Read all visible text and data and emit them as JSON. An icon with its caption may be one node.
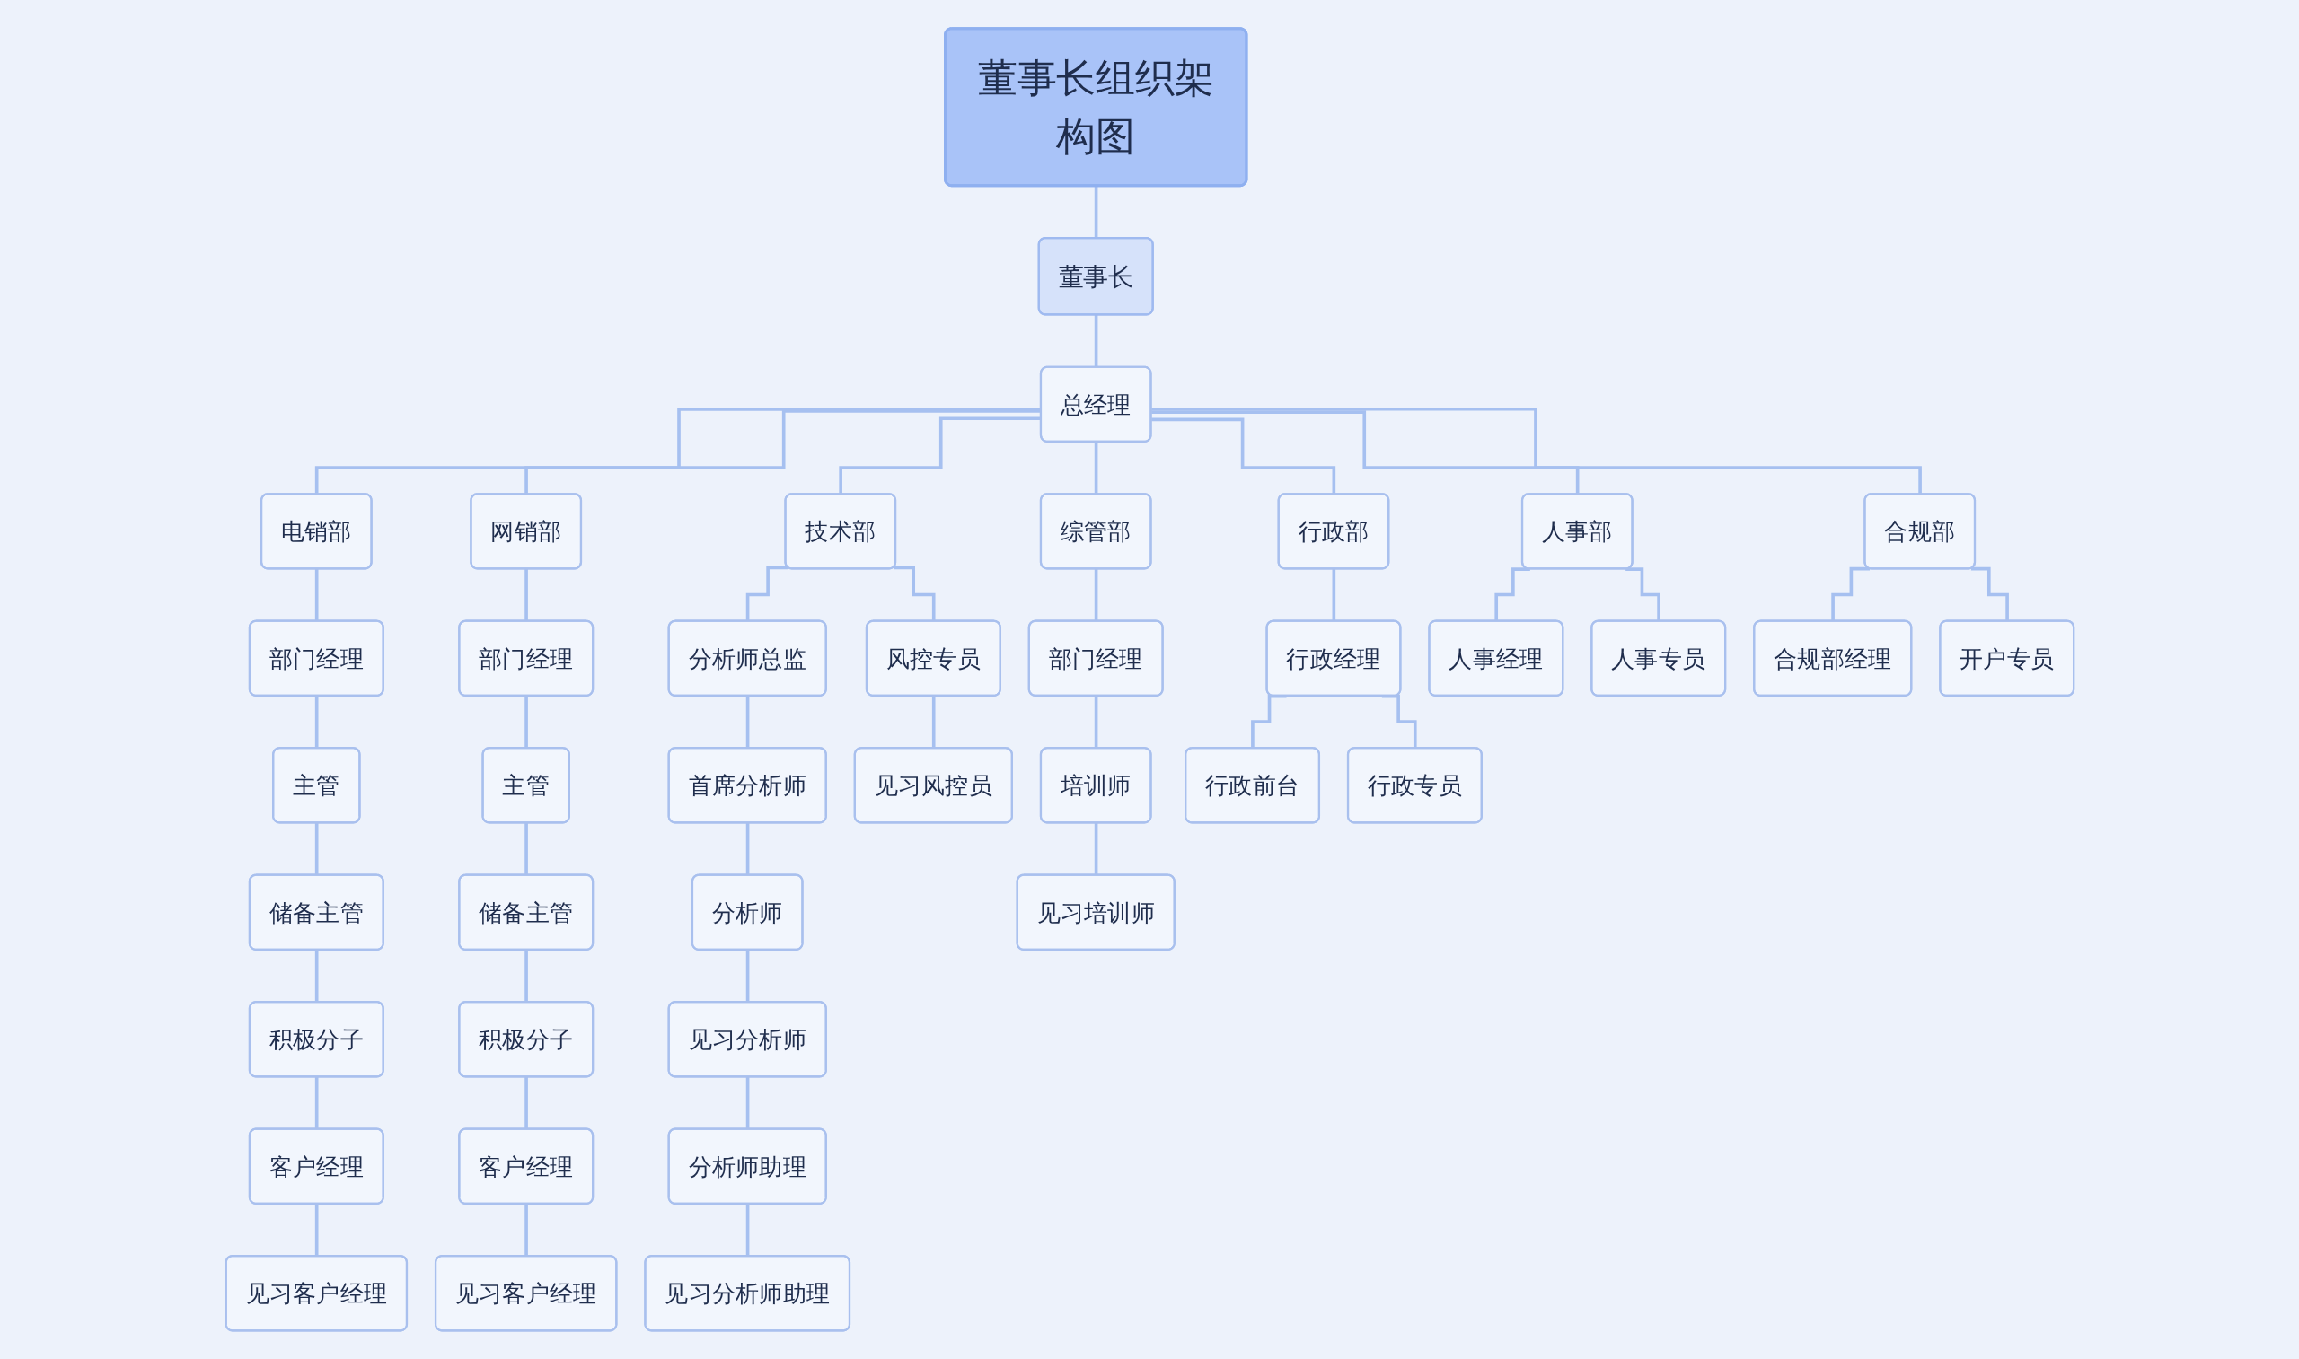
{
  "diagram": {
    "nodes": [
      {
        "text": [
          "董事长组织架构图"
        ]
      },
      {
        "text": [
          "董事长"
        ]
      },
      {
        "text": [
          "总经理"
        ]
      },
      {
        "text": [
          "电销部"
        ]
      },
      {
        "text": [
          "部门经理"
        ]
      },
      {
        "text": [
          "主管"
        ]
      },
      {
        "text": [
          "储备主管"
        ]
      },
      {
        "text": [
          "积极分子"
        ]
      },
      {
        "text": [
          "客户经理"
        ]
      },
      {
        "text": [
          "见习客户经理"
        ]
      },
      {
        "text": [
          "网销部"
        ]
      },
      {
        "text": [
          "部门经理"
        ]
      },
      {
        "text": [
          "主管"
        ]
      },
      {
        "text": [
          "储备主管"
        ]
      },
      {
        "text": [
          "积极分子"
        ]
      },
      {
        "text": [
          "客户经理"
        ]
      },
      {
        "text": [
          "见习客户经理"
        ]
      },
      {
        "text": [
          "技术部"
        ]
      },
      {
        "text": [
          "分析师总监"
        ]
      },
      {
        "text": [
          "首席分析师"
        ]
      },
      {
        "text": [
          "分析师"
        ]
      },
      {
        "text": [
          "见习分析师"
        ]
      },
      {
        "text": [
          "分析师助理"
        ]
      },
      {
        "text": [
          "见习分析师助理"
        ]
      },
      {
        "text": [
          "风控专员"
        ]
      },
      {
        "text": [
          "见习风控员"
        ]
      },
      {
        "text": [
          "综管部"
        ]
      },
      {
        "text": [
          "部门经理"
        ]
      },
      {
        "text": [
          "培训师"
        ]
      },
      {
        "text": [
          "见习培训师"
        ]
      },
      {
        "text": [
          "行政部"
        ]
      },
      {
        "text": [
          "行政经理"
        ]
      },
      {
        "text": [
          "行政前台"
        ]
      },
      {
        "text": [
          "行政专员"
        ]
      },
      {
        "text": [
          "人事部"
        ]
      },
      {
        "text": [
          "人事经理"
        ]
      },
      {
        "text": [
          "人事专员"
        ]
      },
      {
        "text": [
          "合规部"
        ]
      },
      {
        "text": [
          "合规部经理"
        ]
      },
      {
        "text": [
          "开户专员"
        ]
      }
    ],
    "edges": [
      {
        "from": 0,
        "to": 1,
        "arrow": "none"
      },
      {
        "from": 1,
        "to": 2,
        "arrow": "none"
      },
      {
        "from": 2,
        "to": 3,
        "arrow": "none"
      },
      {
        "from": 2,
        "to": 10,
        "arrow": "none"
      },
      {
        "from": 2,
        "to": 17,
        "arrow": "none"
      },
      {
        "from": 2,
        "to": 26,
        "arrow": "none"
      },
      {
        "from": 2,
        "to": 30,
        "arrow": "none"
      },
      {
        "from": 2,
        "to": 34,
        "arrow": "none"
      },
      {
        "from": 2,
        "to": 37,
        "arrow": "none"
      },
      {
        "from": 3,
        "to": 4,
        "arrow": "none"
      },
      {
        "from": 4,
        "to": 5,
        "arrow": "none"
      },
      {
        "from": 5,
        "to": 6,
        "arrow": "none"
      },
      {
        "from": 6,
        "to": 7,
        "arrow": "none"
      },
      {
        "from": 7,
        "to": 8,
        "arrow": "none"
      },
      {
        "from": 8,
        "to": 9,
        "arrow": "none"
      },
      {
        "from": 10,
        "to": 11,
        "arrow": "none"
      },
      {
        "from": 11,
        "to": 12,
        "arrow": "none"
      },
      {
        "from": 12,
        "to": 13,
        "arrow": "none"
      },
      {
        "from": 13,
        "to": 14,
        "arrow": "none"
      },
      {
        "from": 14,
        "to": 15,
        "arrow": "none"
      },
      {
        "from": 15,
        "to": 16,
        "arrow": "none"
      },
      {
        "from": 17,
        "to": 18,
        "arrow": "none"
      },
      {
        "from": 17,
        "to": 24,
        "arrow": "none"
      },
      {
        "from": 18,
        "to": 19,
        "arrow": "none"
      },
      {
        "from": 19,
        "to": 20,
        "arrow": "none"
      },
      {
        "from": 20,
        "to": 21,
        "arrow": "none"
      },
      {
        "from": 21,
        "to": 22,
        "arrow": "none"
      },
      {
        "from": 22,
        "to": 23,
        "arrow": "none"
      },
      {
        "from": 24,
        "to": 25,
        "arrow": "none"
      },
      {
        "from": 26,
        "to": 27,
        "arrow": "none"
      },
      {
        "from": 27,
        "to": 28,
        "arrow": "none"
      },
      {
        "from": 28,
        "to": 29,
        "arrow": "none"
      },
      {
        "from": 30,
        "to": 31,
        "arrow": "none"
      },
      {
        "from": 31,
        "to": 32,
        "arrow": "none"
      },
      {
        "from": 31,
        "to": 33,
        "arrow": "none"
      },
      {
        "from": 34,
        "to": 35,
        "arrow": "none"
      },
      {
        "from": 34,
        "to": 36,
        "arrow": "none"
      },
      {
        "from": 37,
        "to": 38,
        "arrow": "none"
      },
      {
        "from": 37,
        "to": 39,
        "arrow": "none"
      }
    ]
  }
}
